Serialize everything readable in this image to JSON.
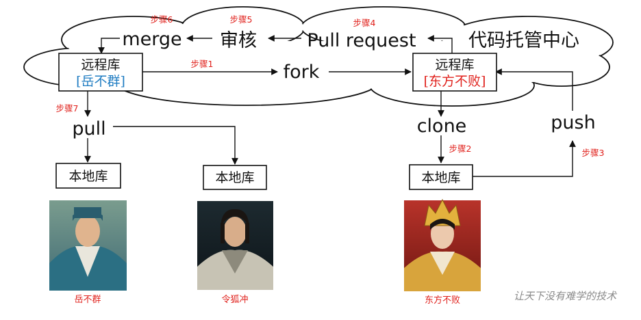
{
  "nodes": {
    "hosting_center": "代码托管中心",
    "merge": "merge",
    "review": "审核",
    "pull_request": "Pull request",
    "fork": "fork",
    "pull": "pull",
    "clone": "clone",
    "push": "push"
  },
  "remote_repo_left": {
    "title": "远程库",
    "owner": "[岳不群]"
  },
  "remote_repo_right": {
    "title": "远程库",
    "owner": "[东方不败]"
  },
  "local_repos": [
    "本地库",
    "本地库",
    "本地库"
  ],
  "steps": [
    "步骤1",
    "步骤2",
    "步骤3",
    "步骤4",
    "步骤5",
    "步骤6",
    "步骤7"
  ],
  "characters": [
    {
      "name": "岳不群",
      "icon": "portrait-scholar"
    },
    {
      "name": "令狐冲",
      "icon": "portrait-swordsman"
    },
    {
      "name": "东方不败",
      "icon": "portrait-empress"
    }
  ],
  "watermark": "让天下没有难学的技术",
  "colors": {
    "step_red": "#e0201b",
    "owner_blue": "#1f7cc2",
    "line": "#111111"
  }
}
